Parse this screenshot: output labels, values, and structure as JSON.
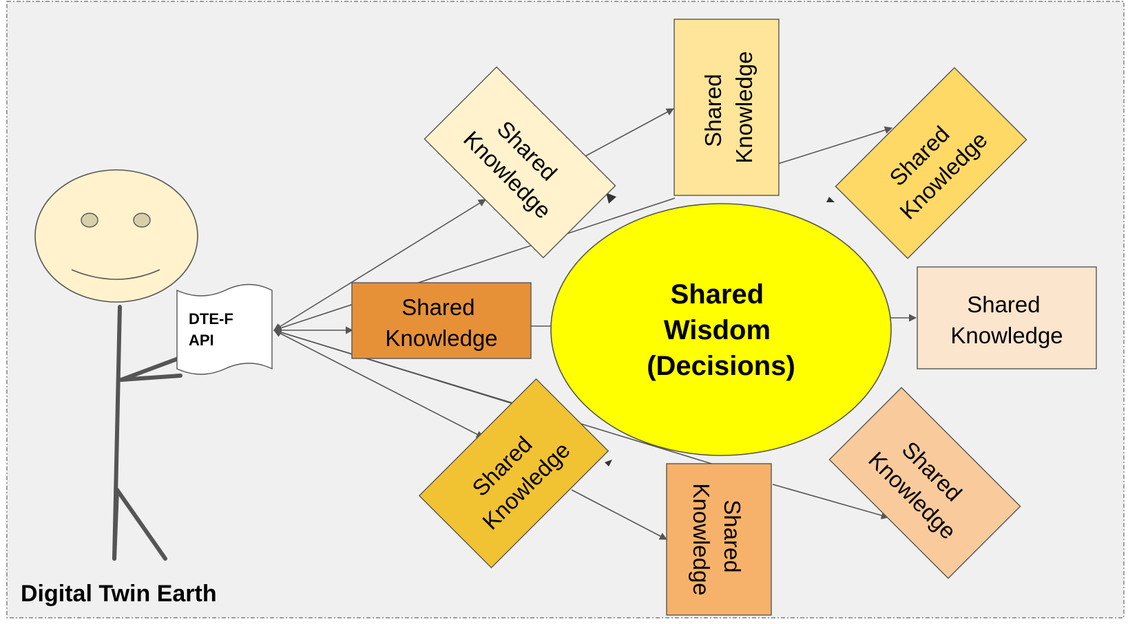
{
  "diagram": {
    "center_lines": [
      "Shared",
      "Wisdom",
      "(Decisions)"
    ],
    "knowledge_nodes": [
      {
        "id": "left",
        "lines": [
          "Shared",
          "Knowledge"
        ],
        "fill": "#e69138"
      },
      {
        "id": "top-left",
        "lines": [
          "Shared",
          "Knowledge"
        ],
        "fill": "#fff2cc"
      },
      {
        "id": "top",
        "lines": [
          "Shared",
          "Knowledge"
        ],
        "fill": "#ffe599"
      },
      {
        "id": "top-right",
        "lines": [
          "Shared",
          "Knowledge"
        ],
        "fill": "#ffd966"
      },
      {
        "id": "right",
        "lines": [
          "Shared",
          "Knowledge"
        ],
        "fill": "#fce5cd"
      },
      {
        "id": "bottom-right",
        "lines": [
          "Shared",
          "Knowledge"
        ],
        "fill": "#f9cb9c"
      },
      {
        "id": "bottom",
        "lines": [
          "Shared",
          "Knowledge"
        ],
        "fill": "#f6b26b"
      },
      {
        "id": "bottom-left",
        "lines": [
          "Shared",
          "Knowledge"
        ],
        "fill": "#f1c232"
      }
    ],
    "api_lines": [
      "DTE-F",
      "API"
    ],
    "caption": "Digital Twin Earth"
  },
  "colors": {
    "background": "#f0f0f0",
    "center_fill": "#ffff00",
    "head_fill": "#fff2cc",
    "eye_fill": "#d6cfa8",
    "api_fill": "#ffffff",
    "line": "#555555"
  }
}
